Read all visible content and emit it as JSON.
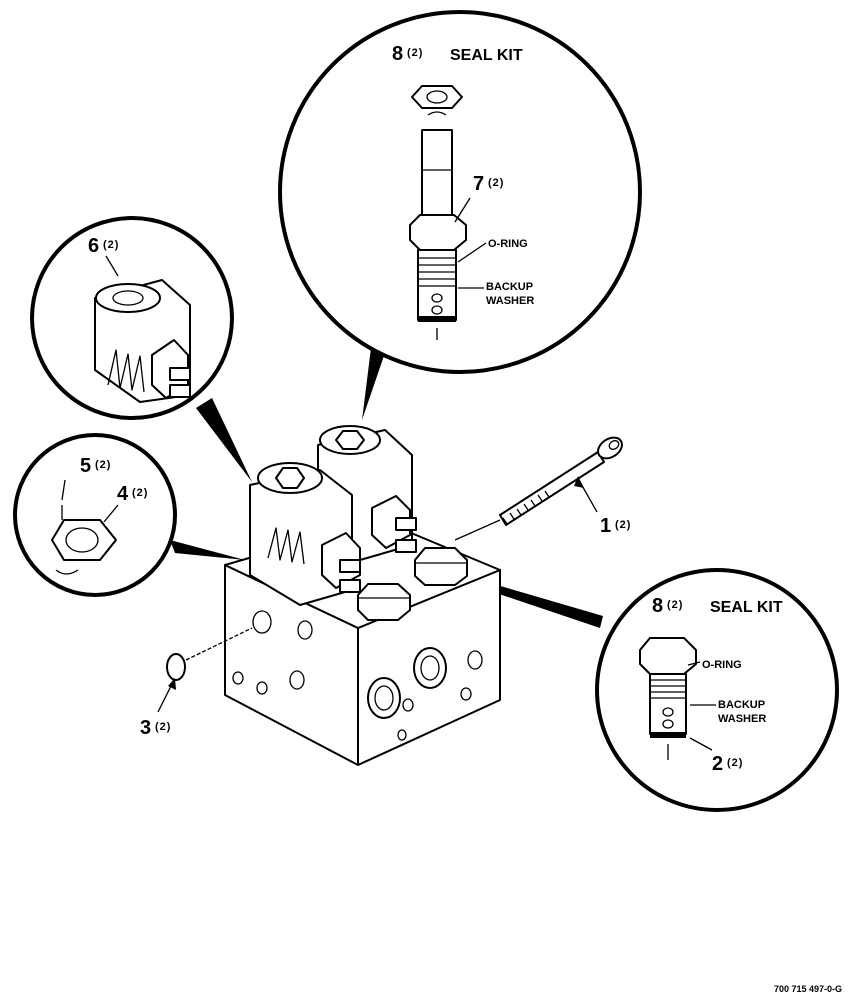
{
  "callouts": {
    "c1_num": "1",
    "c1_qty": "(2)",
    "c2_num": "2",
    "c2_qty": "(2)",
    "c3_num": "3",
    "c3_qty": "(2)",
    "c4_num": "4",
    "c4_qty": "(2)",
    "c5_num": "5",
    "c5_qty": "(2)",
    "c6_num": "6",
    "c6_qty": "(2)",
    "c7_num": "7",
    "c7_qty": "(2)"
  },
  "top_detail": {
    "num": "8",
    "qty": "(2)",
    "title": "SEAL KIT",
    "oring": "O-RING",
    "backup1": "BACKUP",
    "backup2": "WASHER"
  },
  "right_detail": {
    "num": "8",
    "qty": "(2)",
    "title": "SEAL KIT",
    "oring": "O-RING",
    "backup1": "BACKUP",
    "backup2": "WASHER"
  },
  "figure_number": "700 715 497-0-G"
}
